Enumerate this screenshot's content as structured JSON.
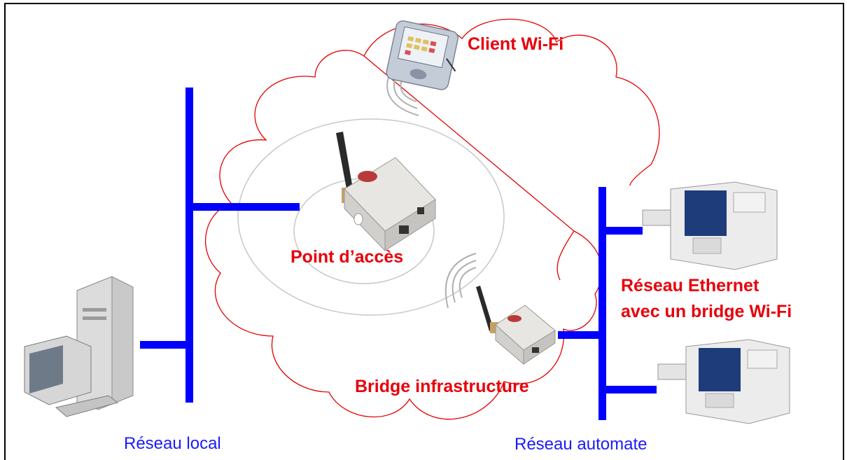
{
  "labels": {
    "client_wifi": "Client Wi-Fi",
    "access_point": "Point d’accès",
    "ethernet_bridge_line1": "Réseau Ethernet",
    "ethernet_bridge_line2": "avec un bridge Wi-Fi",
    "bridge_infra": "Bridge infrastructure",
    "local_network": "Réseau local",
    "automate_network": "Réseau automate"
  },
  "colors": {
    "label_red": "#e8000a",
    "label_blue": "#1a1aff",
    "bus_blue": "#0000ff",
    "cloud_red": "#e30000",
    "ellipse_gray": "#c8c8c8",
    "frame": "#000000"
  },
  "icons": [
    "pda-icon",
    "access-point-icon",
    "bridge-icon",
    "computer-icon",
    "machine-tool-icon"
  ]
}
